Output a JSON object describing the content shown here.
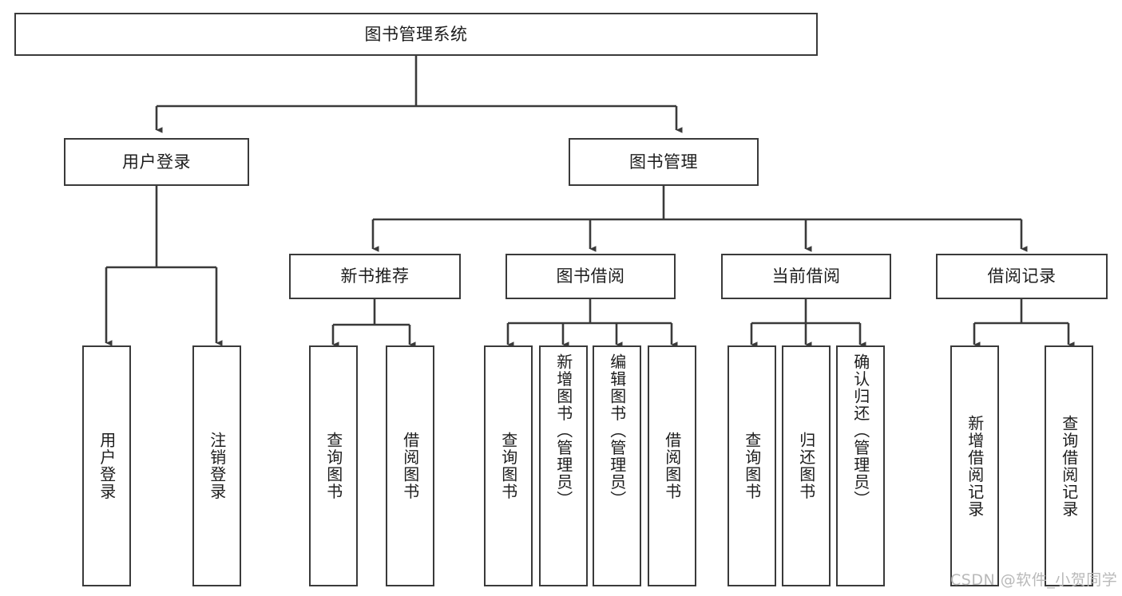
{
  "diagram": {
    "title": "图书管理系统",
    "type": "tree-hierarchy-chart",
    "background_color": "#ffffff",
    "line_color": "#3a3a3a",
    "box_border_color": "#3a3a3a",
    "text_color": "#1d1d1d"
  },
  "nodes": {
    "root": {
      "label": "图书管理系统"
    },
    "level2": [
      {
        "label": "用户登录"
      },
      {
        "label": "图书管理"
      }
    ],
    "level3": [
      {
        "label": "新书推荐"
      },
      {
        "label": "图书借阅"
      },
      {
        "label": "当前借阅"
      },
      {
        "label": "借阅记录"
      }
    ],
    "leaves": {
      "user_login": [
        {
          "label": "用户登录"
        },
        {
          "label": "注销登录"
        }
      ],
      "new_book_recommend": [
        {
          "label": "查询图书"
        },
        {
          "label": "借阅图书"
        }
      ],
      "book_borrow": [
        {
          "label": "查询图书"
        },
        {
          "label": "新增图书（管理员）"
        },
        {
          "label": "编辑图书（管理员）"
        },
        {
          "label": "借阅图书"
        }
      ],
      "current_borrow": [
        {
          "label": "查询图书"
        },
        {
          "label": "归还图书"
        },
        {
          "label": "确认归还（管理员）"
        }
      ],
      "borrow_record": [
        {
          "label": "新增借阅记录"
        },
        {
          "label": "查询借阅记录"
        }
      ]
    }
  },
  "watermark": {
    "text": "CSDN @软件_小贺同学"
  }
}
